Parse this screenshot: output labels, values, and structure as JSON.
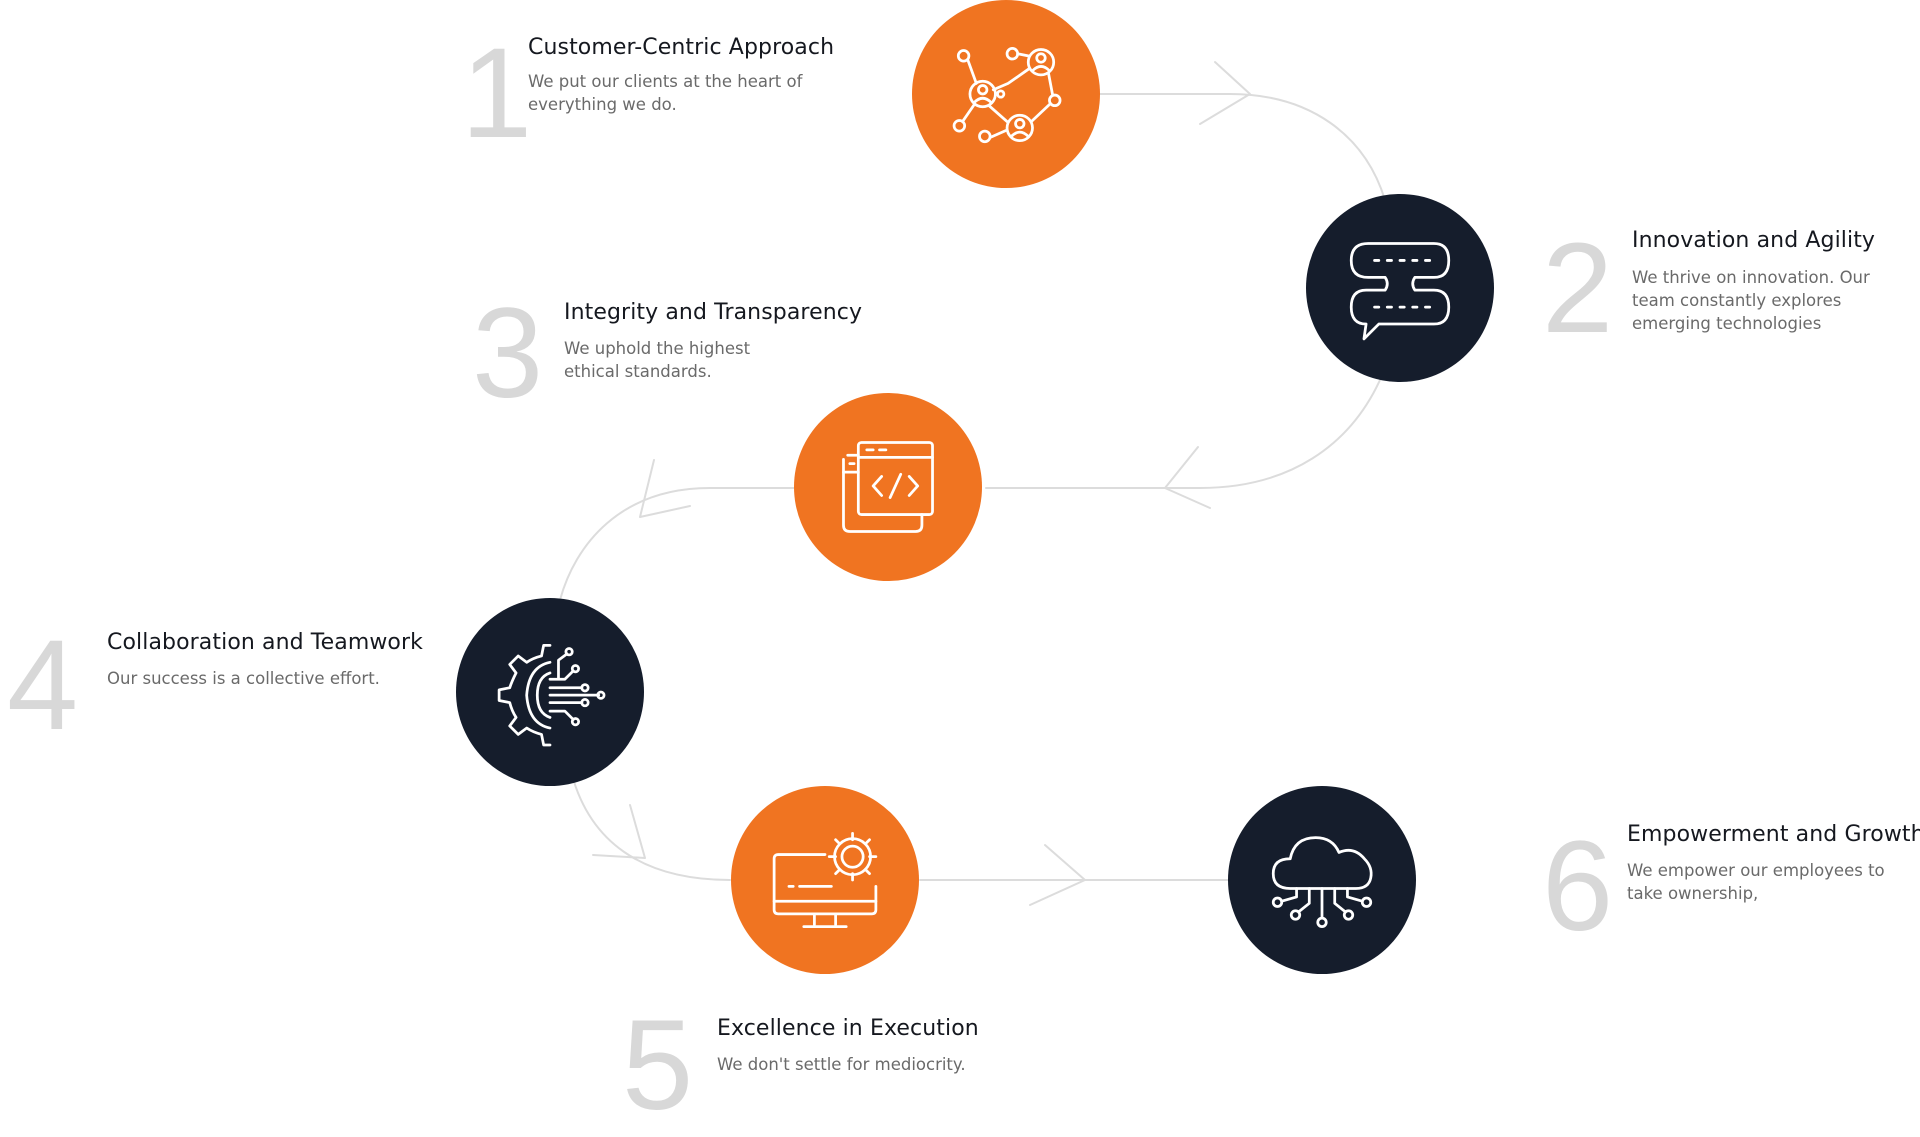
{
  "colors": {
    "orange": "#f07421",
    "navy": "#151d2c",
    "number_gray": "#d8d8d8",
    "flow_line": "#dcdcdc"
  },
  "steps": [
    {
      "number": "1",
      "title": "Customer-Centric Approach",
      "description": "We put our clients at the heart of everything we do.",
      "icon": "people-network-icon",
      "color": "orange"
    },
    {
      "number": "2",
      "title": "Innovation and Agility",
      "description": "We thrive on innovation. Our team constantly explores emerging technologies",
      "icon": "chat-server-icon",
      "color": "navy"
    },
    {
      "number": "3",
      "title": "Integrity and Transparency",
      "description": "We uphold the highest ethical standards.",
      "icon": "code-window-icon",
      "color": "orange"
    },
    {
      "number": "4",
      "title": "Collaboration and Teamwork",
      "description": "Our success is a collective effort.",
      "icon": "gear-circuit-icon",
      "color": "navy"
    },
    {
      "number": "5",
      "title": "Excellence in Execution",
      "description": "We don't settle for mediocrity.",
      "icon": "monitor-gear-icon",
      "color": "orange"
    },
    {
      "number": "6",
      "title": "Empowerment and Growth",
      "description": "We empower our employees to take ownership,",
      "icon": "cloud-network-icon",
      "color": "navy"
    }
  ]
}
